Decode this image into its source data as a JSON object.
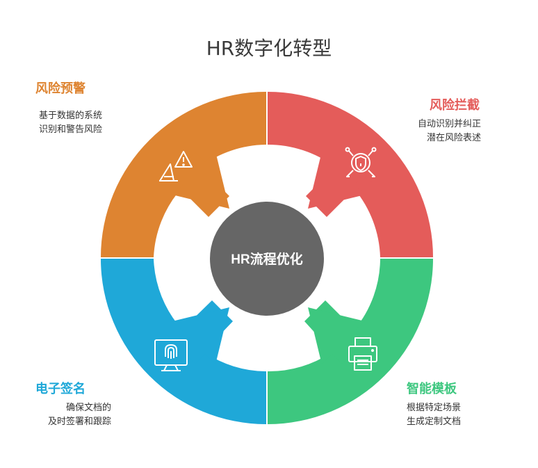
{
  "title": "HR数字化转型",
  "center": {
    "label": "HR流程优化",
    "color": "#666666"
  },
  "segments": {
    "top_left": {
      "title": "风险预警",
      "desc": [
        "基于数据的系统",
        "识别和警告风险"
      ],
      "color": "#DE8431",
      "icon": "warning-signal-icon"
    },
    "top_right": {
      "title": "风险拦截",
      "desc": [
        "自动识别并纠正",
        "潜在风险表述"
      ],
      "color": "#E45C5A",
      "icon": "shield-network-icon"
    },
    "bottom_left": {
      "title": "电子签名",
      "desc": [
        "确保文档的",
        "及时签署和跟踪"
      ],
      "color": "#1FA8D8",
      "icon": "fingerprint-monitor-icon"
    },
    "bottom_right": {
      "title": "智能模板",
      "desc": [
        "根据特定场景",
        "生成定制文档"
      ],
      "color": "#3DC77F",
      "icon": "printer-icon"
    }
  }
}
